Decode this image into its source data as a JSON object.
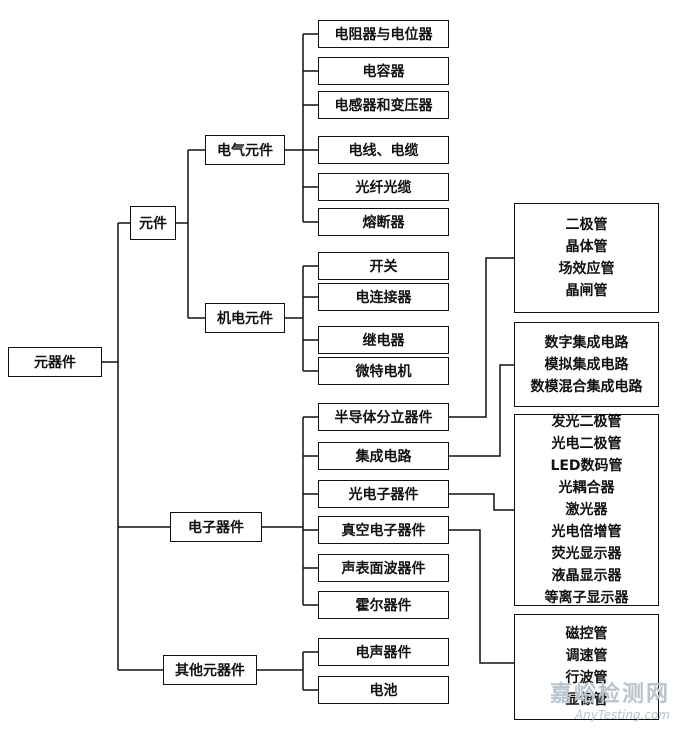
{
  "root": "元器件",
  "level1": {
    "components": "元件",
    "electronic_devices": "电子器件",
    "other_devices": "其他元器件"
  },
  "level2": {
    "electrical": "电气元件",
    "electromechanical": "机电元件"
  },
  "electrical_items": [
    "电阻器与电位器",
    "电容器",
    "电感器和变压器",
    "电线、电缆",
    "光纤光缆",
    "熔断器"
  ],
  "electromechanical_items": [
    "开关",
    "电连接器",
    "继电器",
    "微特电机"
  ],
  "electronic_items": [
    "半导体分立器件",
    "集成电路",
    "光电子器件",
    "真空电子器件",
    "声表面波器件",
    "霍尔器件"
  ],
  "other_items": [
    "电声器件",
    "电池"
  ],
  "semiconductor_list": [
    "二极管",
    "晶体管",
    "场效应管",
    "晶闸管"
  ],
  "ic_list": [
    "数字集成电路",
    "模拟集成电路",
    "数模混合集成电路"
  ],
  "optoelectronic_list": [
    "发光二极管",
    "光电二极管",
    "LED数码管",
    "光耦合器",
    "激光器",
    "光电倍增管",
    "荧光显示器",
    "液晶显示器",
    "等离子显示器"
  ],
  "vacuum_list": [
    "磁控管",
    "调速管",
    "行波管",
    "显像管"
  ],
  "watermark": {
    "cn": "嘉峪检测网",
    "en": "AnyTesting.com"
  },
  "colors": {
    "line": "#111111",
    "watermark": "#b9c4cc"
  }
}
